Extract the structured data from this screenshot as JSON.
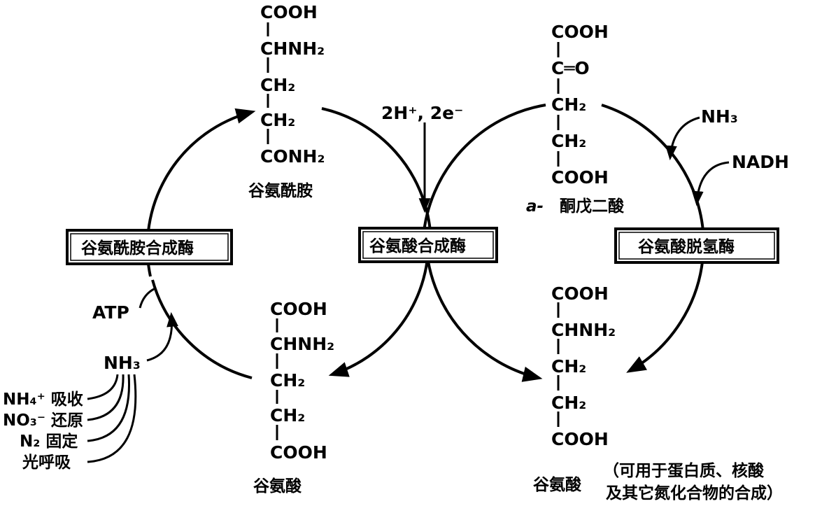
{
  "glutamine": {
    "lines": [
      "COOH",
      "CHNH₂",
      "CH₂",
      "CH₂",
      "CONH₂"
    ],
    "name": "谷氨酰胺"
  },
  "glutamate_left": {
    "lines": [
      "COOH",
      "CHNH₂",
      "CH₂",
      "CH₂",
      "COOH"
    ],
    "name": "谷氨酸"
  },
  "akg": {
    "lines": [
      "COOH",
      "C═O",
      "CH₂",
      "CH₂",
      "COOH"
    ],
    "name_prefix": "a-",
    "name": "酮戊二酸"
  },
  "glutamate_right": {
    "lines": [
      "COOH",
      "CHNH₂",
      "CH₂",
      "CH₂",
      "COOH"
    ],
    "name": "谷氨酸",
    "note_line1": "（可用于蛋白质、核酸",
    "note_line2": "及其它氮化合物的合成）"
  },
  "enzymes": {
    "gs": "谷氨酰胺合成酶",
    "gogat": "谷氨酸合成酶",
    "gdh": "谷氨酸脱氢酶"
  },
  "inputs": {
    "electrons": "2H⁺, 2e⁻",
    "nh3_right": "NH₃",
    "nadh": "NADH",
    "atp": "ATP",
    "nh3_left": "NH₃"
  },
  "sources": [
    "NH₄⁺ 吸收",
    "NO₃⁻ 还原",
    "N₂ 固定",
    "光呼吸"
  ]
}
